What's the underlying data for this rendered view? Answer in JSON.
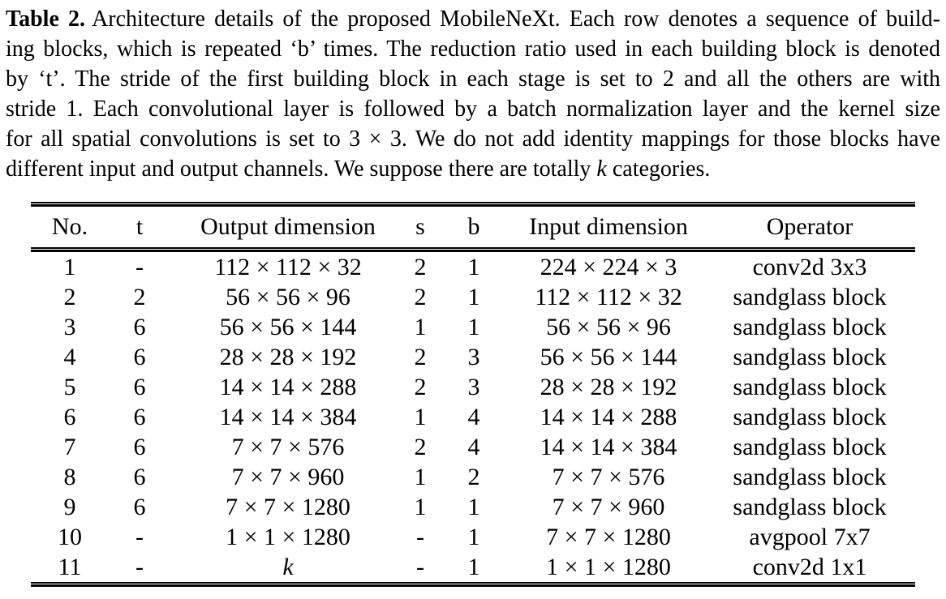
{
  "page": {
    "background": "#ffffff",
    "text_color": "#000000",
    "rule_color": "#000000"
  },
  "caption": {
    "label": "Table 2.",
    "lines": {
      "line1_rest": "Architecture details of the proposed MobileNeXt. Each row denotes a sequence of build-",
      "line2": "ing blocks, which is repeated ‘b’ times. The reduction ratio used in each building block is denoted",
      "line3": "by ‘t’. The stride of the first building block in each stage is set to 2 and all the others are with",
      "line4": "stride 1. Each convolutional layer is followed by a batch normalization layer and the kernel size",
      "line5": "for all spatial convolutions is set to 3 × 3. We do not add identity mappings for those blocks have",
      "line6_pre": "different input and output channels. We suppose there are totally ",
      "line6_var": "k",
      "line6_post": " categories."
    }
  },
  "table": {
    "columns": [
      "No.",
      "t",
      "Output dimension",
      "s",
      "b",
      "Input dimension",
      "Operator"
    ],
    "rows": [
      [
        "1",
        "-",
        "112 × 112 × 32",
        "2",
        "1",
        "224 × 224 × 3",
        "conv2d 3x3"
      ],
      [
        "2",
        "2",
        "56 × 56 × 96",
        "2",
        "1",
        "112 × 112 × 32",
        "sandglass block"
      ],
      [
        "3",
        "6",
        "56 × 56 × 144",
        "1",
        "1",
        "56 × 56 × 96",
        "sandglass block"
      ],
      [
        "4",
        "6",
        "28 × 28 × 192",
        "2",
        "3",
        "56 × 56 × 144",
        "sandglass block"
      ],
      [
        "5",
        "6",
        "14 × 14 × 288",
        "2",
        "3",
        "28 × 28 × 192",
        "sandglass block"
      ],
      [
        "6",
        "6",
        "14 × 14 × 384",
        "1",
        "4",
        "14 × 14 × 288",
        "sandglass block"
      ],
      [
        "7",
        "6",
        "7 × 7 × 576",
        "2",
        "4",
        "14 × 14 × 384",
        "sandglass block"
      ],
      [
        "8",
        "6",
        "7 × 7 × 960",
        "1",
        "2",
        "7 × 7 × 576",
        "sandglass block"
      ],
      [
        "9",
        "6",
        "7 × 7 × 1280",
        "1",
        "1",
        "7 × 7 × 960",
        "sandglass block"
      ],
      [
        "10",
        "-",
        "1 × 1 × 1280",
        "-",
        "1",
        "7 × 7 × 1280",
        "avgpool 7x7"
      ],
      [
        "11",
        "-",
        "k",
        "-",
        "1",
        "1 × 1 × 1280",
        "conv2d 1x1"
      ]
    ],
    "italic_values": [
      "k"
    ]
  }
}
